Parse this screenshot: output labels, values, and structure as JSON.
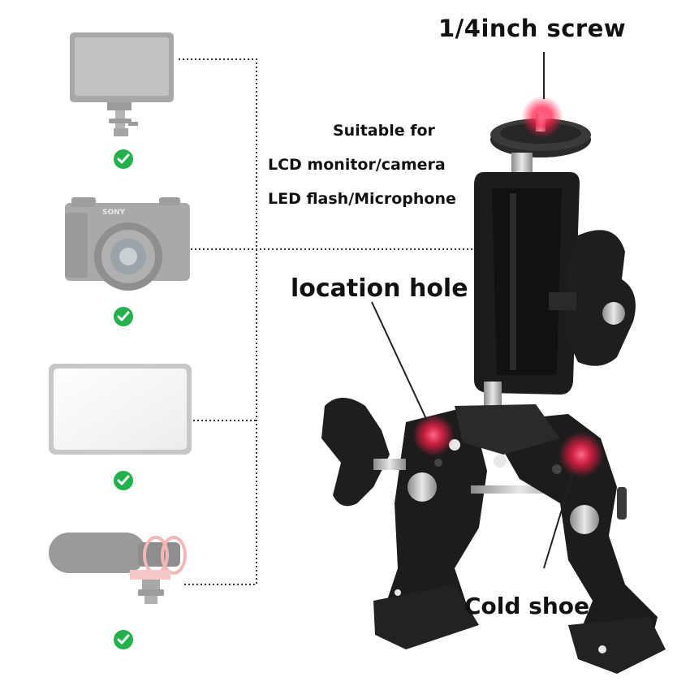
{
  "labels": {
    "screw": "1/4inch screw",
    "suitable_line1": "Suitable for",
    "suitable_line2": "LCD monitor/camera",
    "suitable_line3": "LED flash/Microphone",
    "location_hole": "location hole",
    "cold_shoe": "Cold shoe"
  },
  "camera_brand": "SONY",
  "colors": {
    "check_green": "#21b24b",
    "hotspot_red": "#ff1f4a",
    "device_gray": "#b3b3b3",
    "clamp_black": "#1c1c1c",
    "leader_line": "#222222"
  },
  "icons": [
    "check-icon",
    "lcd-monitor-icon",
    "camera-icon",
    "led-light-icon",
    "microphone-icon"
  ]
}
